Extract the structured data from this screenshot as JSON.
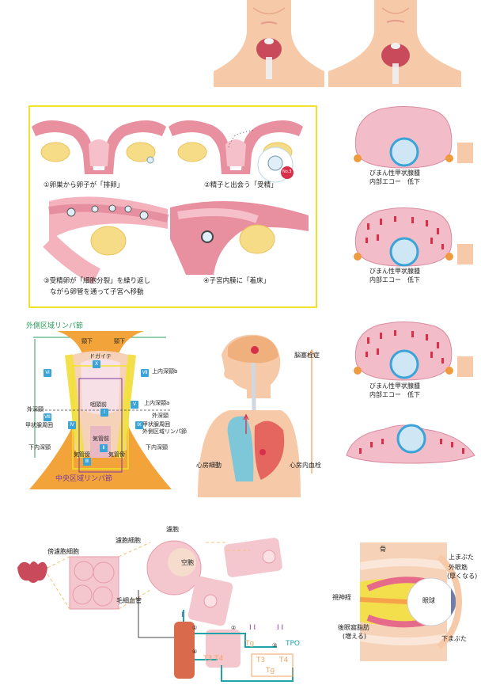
{
  "reproduction": {
    "step1": "①卵巣から卵子が「排卵」",
    "step2": "②精子と出会う「受精」",
    "step3_line1": "③受精卵が「細胞分裂」を繰り返し",
    "step3_line2": "ながら卵管を通って子宮へ移動",
    "step4": "④子宮内膜に「着床」",
    "badge": "No.3"
  },
  "goiter": {
    "label1_line1": "びまん性甲状腺腫",
    "label1_line2": "内部エコー　低下",
    "label2_line1": "びまん性甲状腺腫",
    "label2_line2": "内部エコー　低下",
    "label3_line1": "びまん性甲状腺腫",
    "label3_line2": "内部エコー　低下"
  },
  "lymph": {
    "lateral_title": "外側区域リンパ節",
    "central_title": "中央区域リンパ節",
    "labels": {
      "neck_l": "頸下",
      "neck_r": "頸下",
      "digastric": "ドガイテ",
      "upper_deep_b": "上内深頸b",
      "upper_deep_a": "上内深頸a",
      "pharynx_front": "咽頭前",
      "outer_deep_l": "外深頸",
      "outer_deep_r": "外深頸",
      "thyroid_around_l": "甲状腺周囲",
      "thyroid_around_r1": "甲状腺周囲",
      "thyroid_around_r2": "外側区域リンパ節",
      "trachea_front": "気管前",
      "lower_deep_l": "下内深頸",
      "lower_deep_r": "下内深頸",
      "trachea_side_l": "気管傍",
      "trachea_side_r": "気管傍"
    },
    "nodes": [
      "Ⅰ",
      "Ⅱ",
      "Ⅲ",
      "Ⅳ",
      "Ⅴ",
      "Ⅵ",
      "Ⅶ",
      "Ⅷ",
      "Ⅸ",
      "Ⅹ"
    ]
  },
  "embolism": {
    "brain": "脳塞栓症",
    "af": "心房細動",
    "thrombus": "心房内血栓"
  },
  "thyroid_cell": {
    "follicle": "濾胞",
    "follicle_cell": "濾胞細胞",
    "parafollicular": "傍濾胞細胞",
    "colloid": "空胞",
    "capillary": "毛細血管",
    "iodine_top": "I",
    "iodine_pair1": "I I",
    "iodine_pair2": "I I",
    "tg": "Tg",
    "tpo": "TPO",
    "t3t4": "T3 T4",
    "t3": "T3",
    "t4": "T4",
    "tg2": "Tg",
    "m1": "①",
    "m2": "②",
    "m3": "③",
    "m4": "④"
  },
  "orbit": {
    "bone": "骨",
    "upper_lid": "上まぶた",
    "outer_muscle_line1": "外眼筋",
    "outer_muscle_line2": "(厚くなる)",
    "optic_nerve": "視神経",
    "eyeball": "眼球",
    "fat_line1": "後眼窩脂肪",
    "fat_line2": "(増える)",
    "lower_lid": "下まぶた"
  },
  "colors": {
    "skin": "#f6c9a8",
    "thyroid": "#c94b5b",
    "pink": "#f4c7cf",
    "uterus": "#e88fa0",
    "ovary": "#f7dc87",
    "blue_node": "#3aa3d8",
    "yellow_frame": "#f0e42a"
  }
}
